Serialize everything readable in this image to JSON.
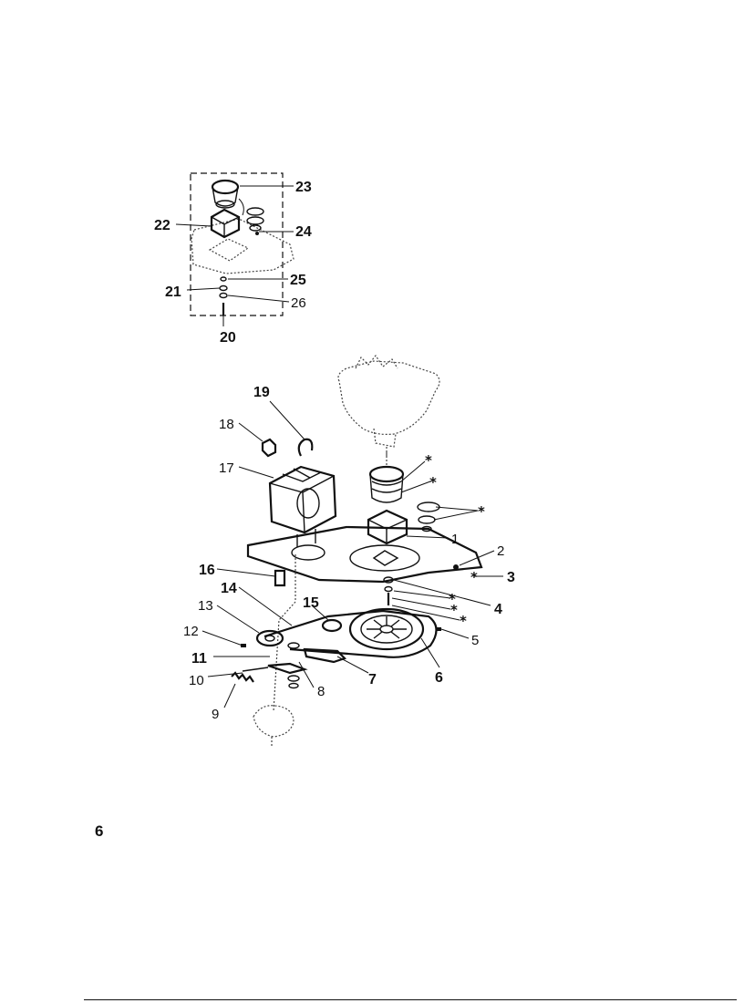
{
  "page": {
    "page_number": "6",
    "asterisk": "*"
  },
  "labels": {
    "l1": "1",
    "l2": "2",
    "l3": "3",
    "l4": "4",
    "l5": "5",
    "l6": "6",
    "l7": "7",
    "l8": "8",
    "l9": "9",
    "l10": "10",
    "l11": "11",
    "l12": "12",
    "l13": "13",
    "l14": "14",
    "l15": "15",
    "l16": "16",
    "l17": "17",
    "l18": "18",
    "l19": "19",
    "l20": "20",
    "l21": "21",
    "l22": "22",
    "l23": "23",
    "l24": "24",
    "l25": "25",
    "l26": "26"
  }
}
